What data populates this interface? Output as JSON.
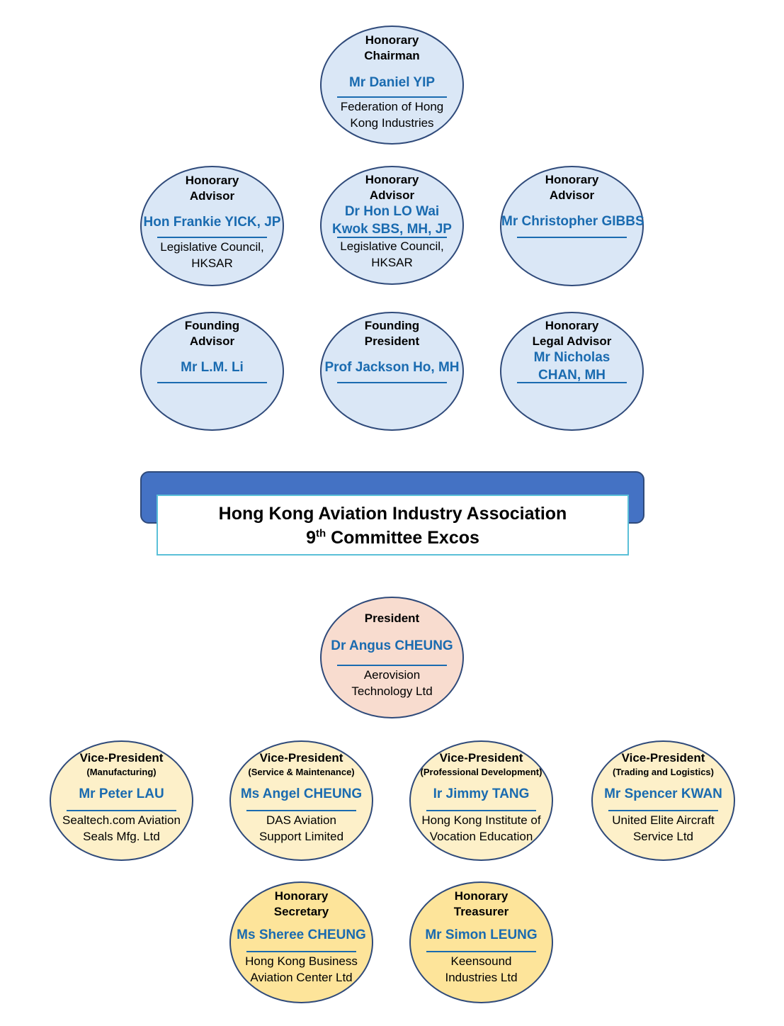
{
  "banner": {
    "title": "Hong Kong Aviation Industry Association",
    "subtitle_num": "9",
    "subtitle_sup": "th",
    "subtitle_rest": "Committee Excos"
  },
  "nodes": {
    "honorary_chairman": {
      "role": "Honorary Chairman",
      "name": "Mr Daniel YIP",
      "org": "Federation of Hong Kong Industries"
    },
    "honorary_advisor_1": {
      "role": "Honorary Advisor",
      "name": "Hon Frankie YICK, JP",
      "org": "Legislative Council, HKSAR"
    },
    "honorary_advisor_2": {
      "role": "Honorary Advisor",
      "name": "Dr Hon LO Wai Kwok SBS, MH, JP",
      "org": "Legislative Council, HKSAR"
    },
    "honorary_advisor_3": {
      "role": "Honorary Advisor",
      "name": "Mr Christopher GIBBS",
      "org": ""
    },
    "founding_advisor": {
      "role": "Founding Advisor",
      "name": "Mr L.M. Li",
      "org": ""
    },
    "founding_president": {
      "role": "Founding President",
      "name": "Prof Jackson Ho, MH",
      "org": ""
    },
    "legal_advisor": {
      "role": "Honorary Legal Advisor",
      "name": "Mr Nicholas CHAN, MH",
      "org": ""
    },
    "president": {
      "role": "President",
      "name": "Dr Angus CHEUNG",
      "org": "Aerovision Technology Ltd"
    },
    "vp_manufacturing": {
      "role": "Vice-President",
      "sub": "(Manufacturing)",
      "name": "Mr Peter LAU",
      "org": "Sealtech.com Aviation Seals Mfg. Ltd"
    },
    "vp_service": {
      "role": "Vice-President",
      "sub": "(Service & Maintenance)",
      "name": "Ms Angel CHEUNG",
      "org": "DAS Aviation Support Limited"
    },
    "vp_professional": {
      "role": "Vice-President",
      "sub": "(Professional Development)",
      "name": "Ir Jimmy TANG",
      "org": "Hong Kong Institute of Vocation Education"
    },
    "vp_trading": {
      "role": "Vice-President",
      "sub": "(Trading and Logistics)",
      "name": "Mr Spencer KWAN",
      "org": "United Elite Aircraft Service Ltd"
    },
    "honorary_secretary": {
      "role": "Honorary Secretary",
      "name": "Ms Sheree CHEUNG",
      "org": "Hong Kong Business Aviation Center Ltd"
    },
    "honorary_treasurer": {
      "role": "Honorary Treasurer",
      "name": "Mr Simon LEUNG",
      "org": "Keensound Industries Ltd"
    }
  },
  "colors": {
    "advisor_fill": "#dae7f6",
    "president_fill": "#f8dccf",
    "vice_president_fill": "#fdf0c9",
    "officer_fill": "#fde49a",
    "name_text": "#1a6bb0",
    "outline": "#2f4a7a",
    "banner_bar": "#4472c4",
    "banner_border": "#5bc0d8"
  }
}
